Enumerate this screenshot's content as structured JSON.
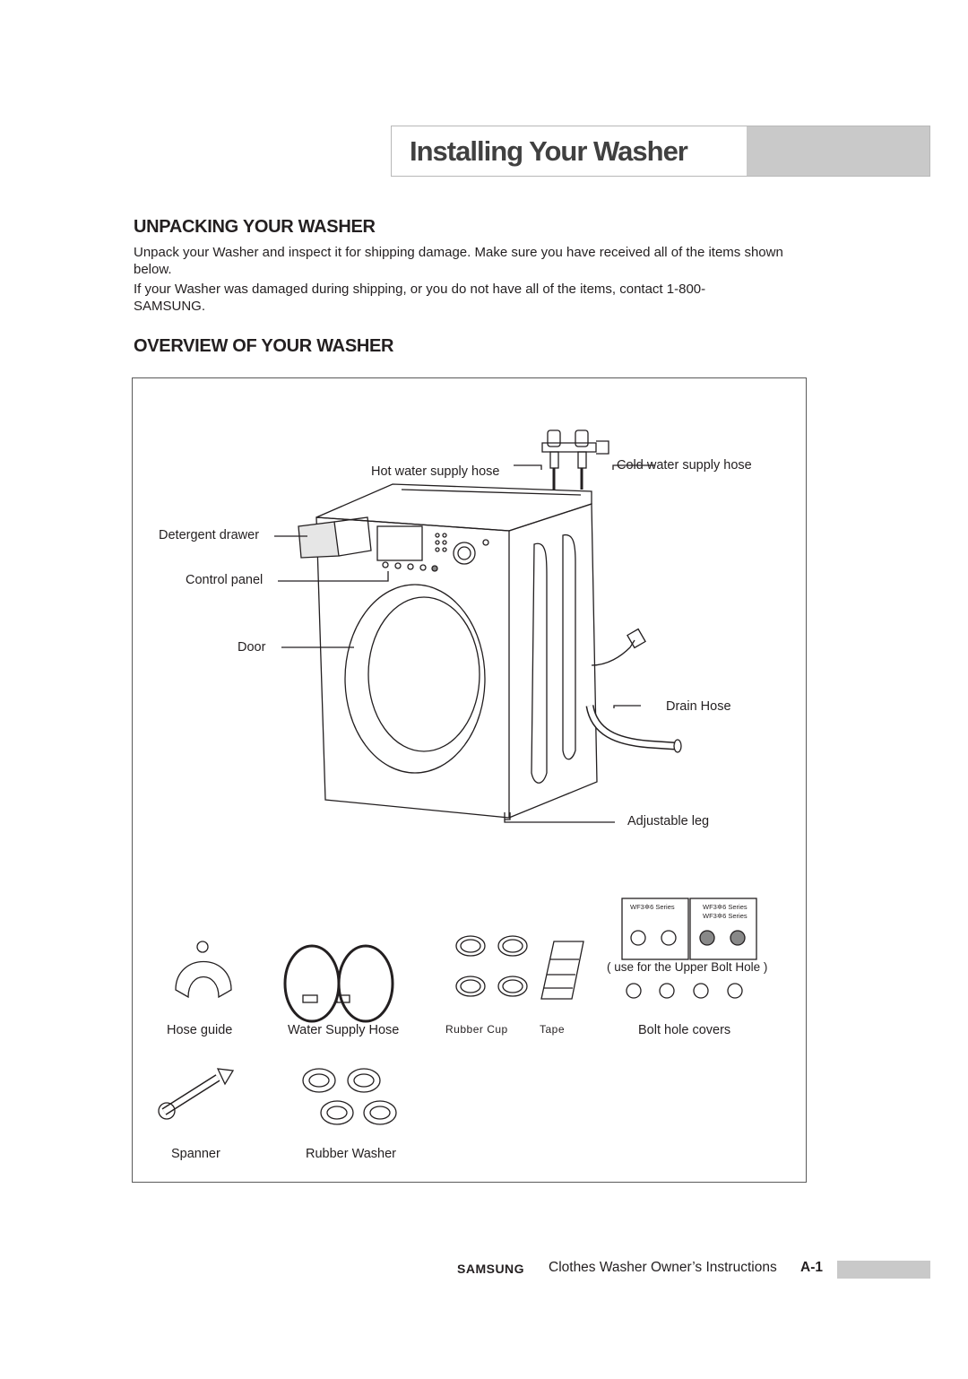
{
  "header": {
    "title": "Installing Your Washer"
  },
  "sections": {
    "unpacking": {
      "heading": "UNPACKING YOUR WASHER",
      "paragraph1": "Unpack your Washer and inspect it for shipping damage. Make sure you have received all of the items shown below.",
      "paragraph2": "If your Washer was damaged during shipping, or you do not have all of the items, contact 1-800-SAMSUNG."
    },
    "overview": {
      "heading": "OVERVIEW OF YOUR WASHER"
    }
  },
  "diagram": {
    "labels": {
      "hot_hose": "Hot water supply hose",
      "cold_hose": "Cold water supply hose",
      "detergent_drawer": "Detergent drawer",
      "control_panel": "Control panel",
      "door": "Door",
      "drain_hose": "Drain Hose",
      "adjustable_leg": "Adjustable leg"
    },
    "accessories": {
      "series_a": "WF3✲6 Series",
      "series_b1": "WF3✲6 Series",
      "series_b2": "WF3✲6 Series",
      "bolt_note": "( use for the Upper Bolt Hole )",
      "hose_guide": "Hose guide",
      "water_supply_hose": "Water Supply Hose",
      "rubber_cup": "Rubber Cup",
      "tape": "Tape",
      "bolt_hole_covers": "Bolt hole covers",
      "spanner": "Spanner",
      "rubber_washer": "Rubber Washer"
    }
  },
  "footer": {
    "brand": "SAMSUNG",
    "text": "Clothes Washer Owner’s Instructions",
    "page": "A-1"
  }
}
